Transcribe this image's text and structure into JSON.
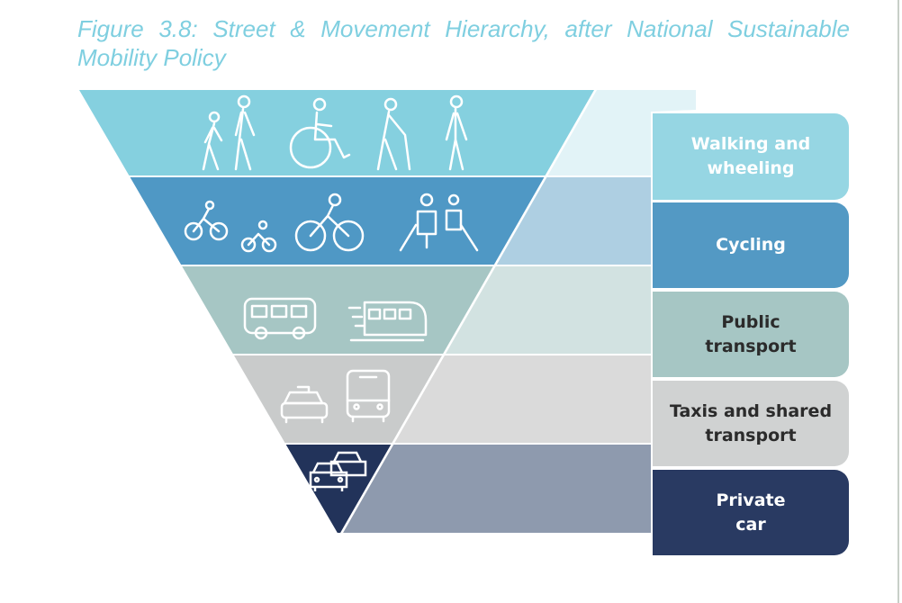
{
  "title": "Figure 3.8: Street & Movement Hierarchy, after National Sustainable Mobility Policy",
  "levels": [
    {
      "label": "Walking and\nwheeling",
      "icons": [
        "pedestrian-icon",
        "pedestrian-icon",
        "wheelchair-icon",
        "elderly-cane-icon",
        "pedestrian-icon"
      ],
      "colors": {
        "triangle": "#85d0df",
        "panel": "#e2f3f7",
        "box": "#96d6e3",
        "text": "#ffffff"
      }
    },
    {
      "label": "Cycling",
      "icons": [
        "bicycle-icon",
        "child-bicycle-icon",
        "bicycle-icon",
        "cycle-lane-icon"
      ],
      "colors": {
        "triangle": "#4f98c5",
        "panel": "#aecfe2",
        "box": "#5399c4",
        "text": "#ffffff"
      }
    },
    {
      "label": "Public\ntransport",
      "icons": [
        "bus-icon",
        "train-icon"
      ],
      "colors": {
        "triangle": "#a6c6c4",
        "panel": "#d2e2e1",
        "box": "#a6c6c4",
        "text": "#2b2b2b"
      }
    },
    {
      "label": "Taxis and shared\ntransport",
      "icons": [
        "taxi-icon",
        "shuttle-bus-icon"
      ],
      "colors": {
        "triangle": "#c9cbcb",
        "panel": "#dadada",
        "box": "#d0d2d2",
        "text": "#2b2b2b"
      }
    },
    {
      "label": "Private\ncar",
      "icons": [
        "cars-icon"
      ],
      "colors": {
        "triangle": "#22335a",
        "panel": "#8e9aae",
        "box": "#293a62",
        "text": "#ffffff"
      }
    }
  ]
}
